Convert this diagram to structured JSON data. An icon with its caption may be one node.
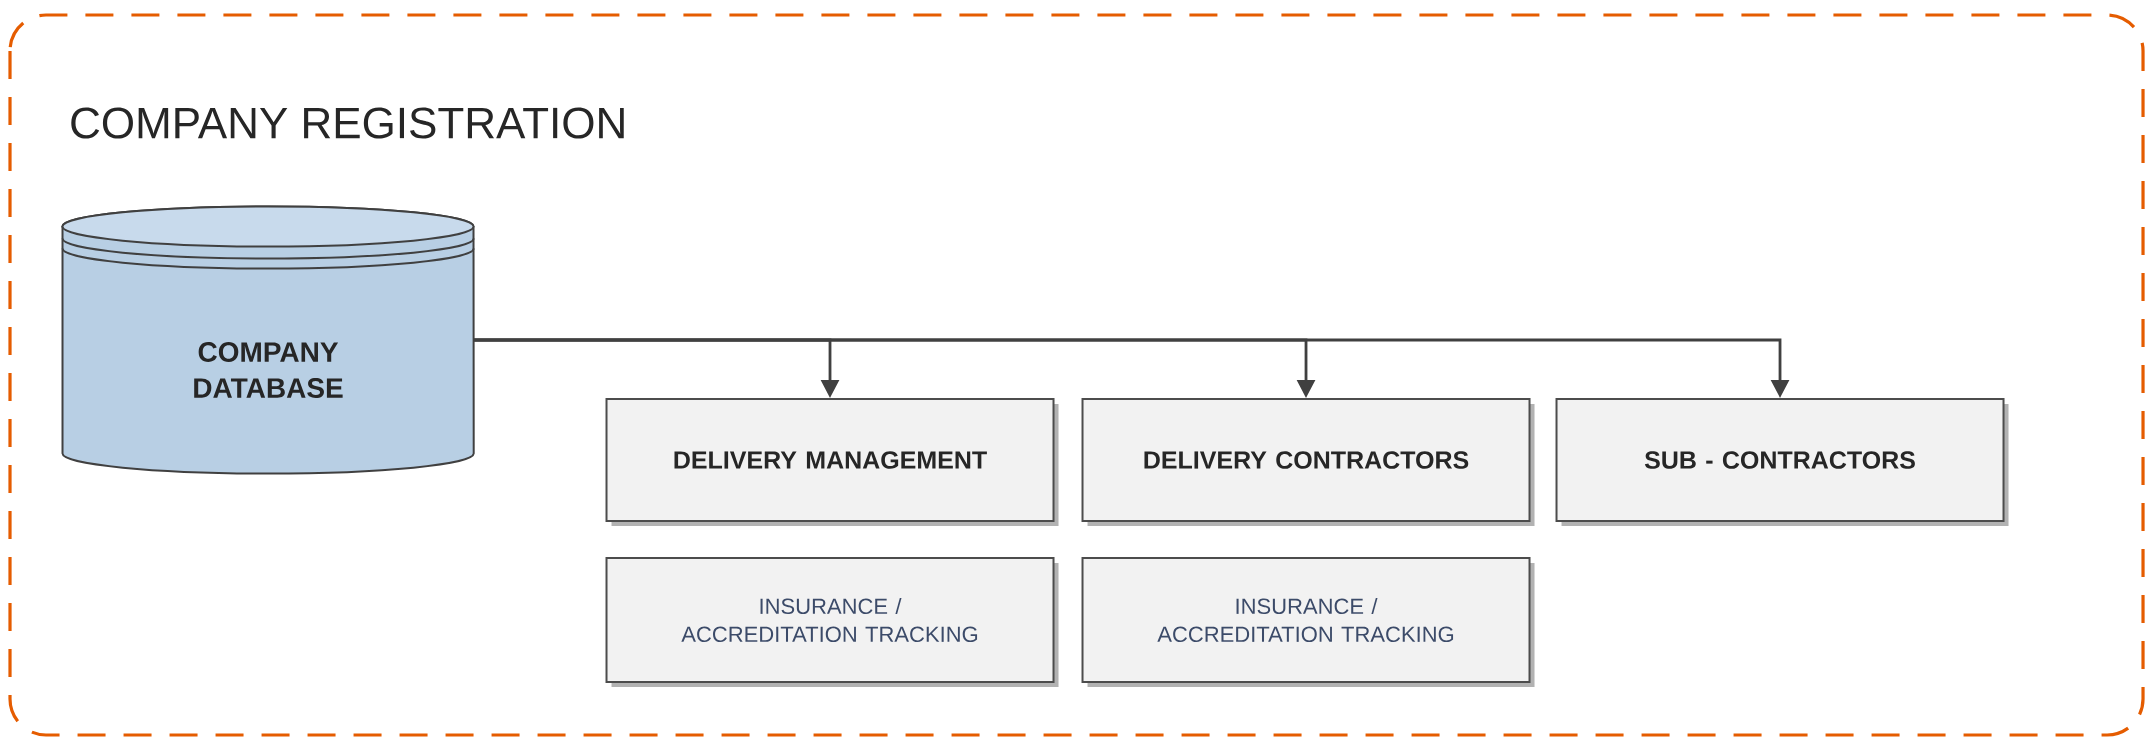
{
  "diagram": {
    "nodes": [
      {
        "text": [
          "COMPANY REGISTRATION"
        ]
      },
      {
        "text": [
          "COMPANY DATABASE"
        ],
        "in": 0
      },
      {
        "text": [
          "DELIVERY MANAGEMENT"
        ],
        "in": 0
      },
      {
        "text": [
          "DELIVERY CONTRACTORS"
        ],
        "in": 0
      },
      {
        "text": [
          "SUB - CONTRACTORS"
        ],
        "in": 0
      },
      {
        "text": [
          "INSURANCE / ACCREDITATION TRACKING"
        ],
        "in": 0
      },
      {
        "text": [
          "INSURANCE / ACCREDITATION TRACKING"
        ],
        "in": 0
      }
    ],
    "edges": [
      {
        "from": 1,
        "to": 2,
        "arrow": "to"
      },
      {
        "from": 1,
        "to": 3,
        "arrow": "to"
      },
      {
        "from": 1,
        "to": 4,
        "arrow": "to"
      }
    ]
  }
}
